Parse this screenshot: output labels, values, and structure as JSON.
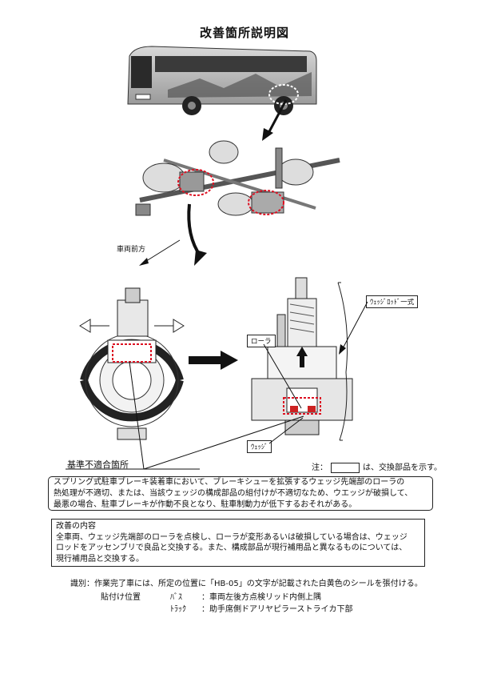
{
  "title": "改善箇所説明図",
  "vehicle_front_label": "車両前方",
  "callouts": {
    "wedge_rod": "ｳｪｯｼﾞﾛｯﾄﾞ一式",
    "roller": "ローラ",
    "wedge": "ｳｪｯｼﾞ"
  },
  "nonconformity_label": "基準不適合箇所",
  "legend": {
    "prefix": "注：",
    "suffix": "は、交換部品を示す。"
  },
  "defect_text": [
    "スプリング式駐車ブレーキ装着車において、ブレーキシューを拡張するウェッジ先端部のローラの",
    "熱処理が不適切、または、当該ウェッジの構成部品の組付けが不適切なため、ウエッジが破損して、",
    "最悪の場合、駐車ブレーキが作動不良となり、駐車制動力が低下するおそれがある。"
  ],
  "improvement": {
    "heading": "改善の内容",
    "lines": [
      "全車両、ウェッジ先端部のローラを点検し、ローラが変形あるいは破損している場合は、ウェッジ",
      "ロッドをアッセンブリで良品と交換する。また、構成部品が現行補用品と異なるものについては、",
      "現行補用品と交換する。"
    ]
  },
  "identification": {
    "line": "識別：作業完了車には、所定の位置に「HB-05」の文字が記載された白黄色のシールを張付ける。",
    "position_label": "貼付け位置",
    "bus_label": "ﾊﾞｽ",
    "bus_text": "：車両左後方点検リッド内側上隅",
    "truck_label": "ﾄﾗｯｸ",
    "truck_text": "：助手席側ドアリヤピラーストライカ下部"
  }
}
